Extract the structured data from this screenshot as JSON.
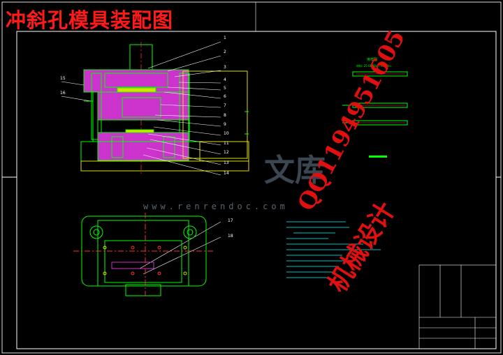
{
  "drawing": {
    "title": "冲斜孔模具装配图"
  },
  "part_numbers": [
    "1",
    "2",
    "3",
    "4",
    "5",
    "6",
    "7",
    "8",
    "9",
    "10",
    "11",
    "12",
    "13",
    "14",
    "15",
    "16",
    "17",
    "18"
  ],
  "watermarks": {
    "qq": "QQ1194951605",
    "design": "机械设计",
    "site": "www.renrendoc.com",
    "brand": "文库"
  },
  "colors": {
    "background": "#000000",
    "outline": "#00ff00",
    "section_fill": "#cc33cc",
    "centerline": "#ff3030",
    "annotation": "#00ffff",
    "title_red": "#ff1a1a",
    "callout": "#ffffff",
    "frame": "#ffff00"
  }
}
